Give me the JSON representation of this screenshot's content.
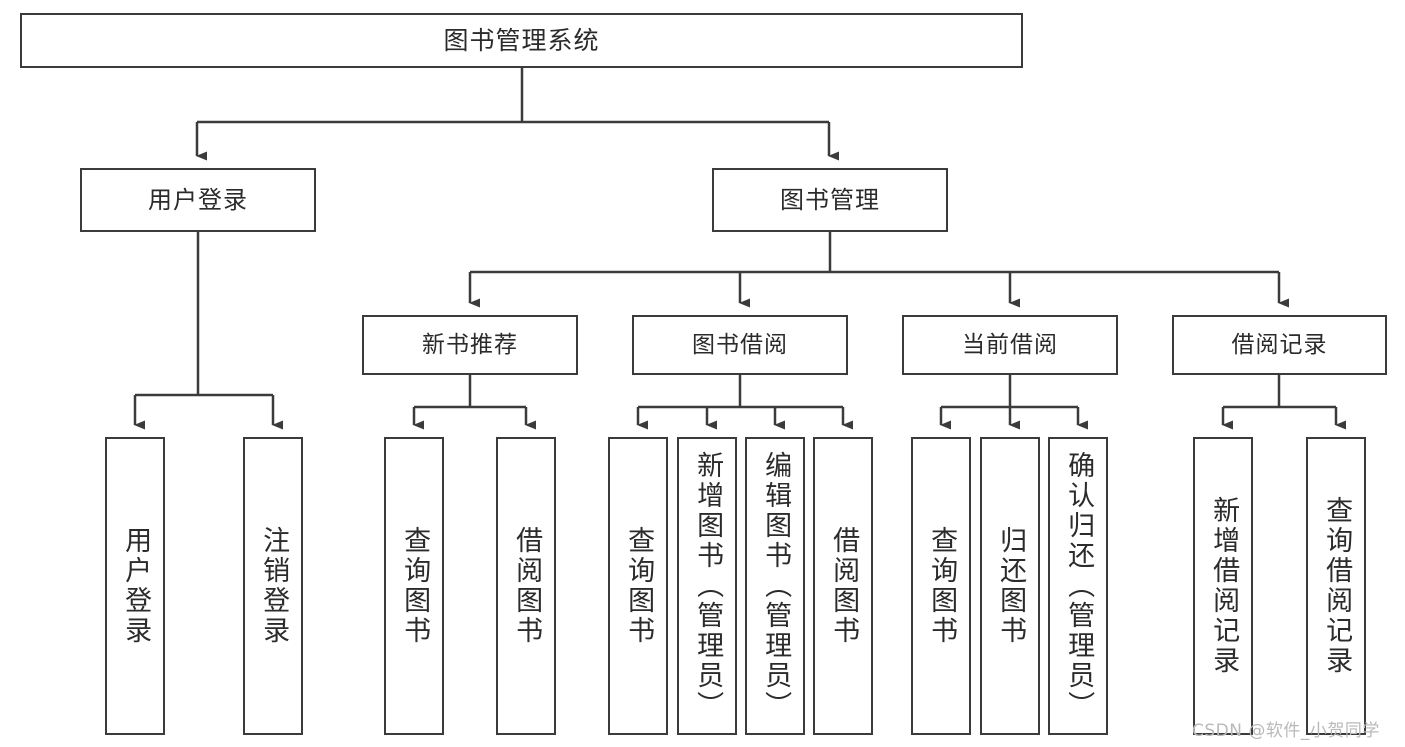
{
  "diagram": {
    "title": "图书管理系统",
    "type": "tree",
    "colors": {
      "stroke": "#3b3b3b",
      "fill": "#ffffff",
      "text": "#2b2b2b",
      "watermark": "#b9b9b9"
    },
    "root": {
      "label": "图书管理系统"
    },
    "level2": [
      {
        "label": "用户登录"
      },
      {
        "label": "图书管理"
      }
    ],
    "level3": [
      {
        "label": "新书推荐"
      },
      {
        "label": "图书借阅"
      },
      {
        "label": "当前借阅"
      },
      {
        "label": "借阅记录"
      }
    ],
    "leaves": {
      "user_login": [
        {
          "label": "用户登录"
        },
        {
          "label": "注销登录"
        }
      ],
      "new_book_recommend": [
        {
          "label": "查询图书"
        },
        {
          "label": "借阅图书"
        }
      ],
      "book_borrow": [
        {
          "label": "查询图书"
        },
        {
          "label": "新增图书（管理员）"
        },
        {
          "label": "编辑图书（管理员）"
        },
        {
          "label": "借阅图书"
        }
      ],
      "current_borrow": [
        {
          "label": "查询图书"
        },
        {
          "label": "归还图书"
        },
        {
          "label": "确认归还（管理员）"
        }
      ],
      "borrow_record": [
        {
          "label": "新增借阅记录"
        },
        {
          "label": "查询借阅记录"
        }
      ]
    }
  },
  "watermark": {
    "text": "CSDN @软件_小贺同学"
  }
}
